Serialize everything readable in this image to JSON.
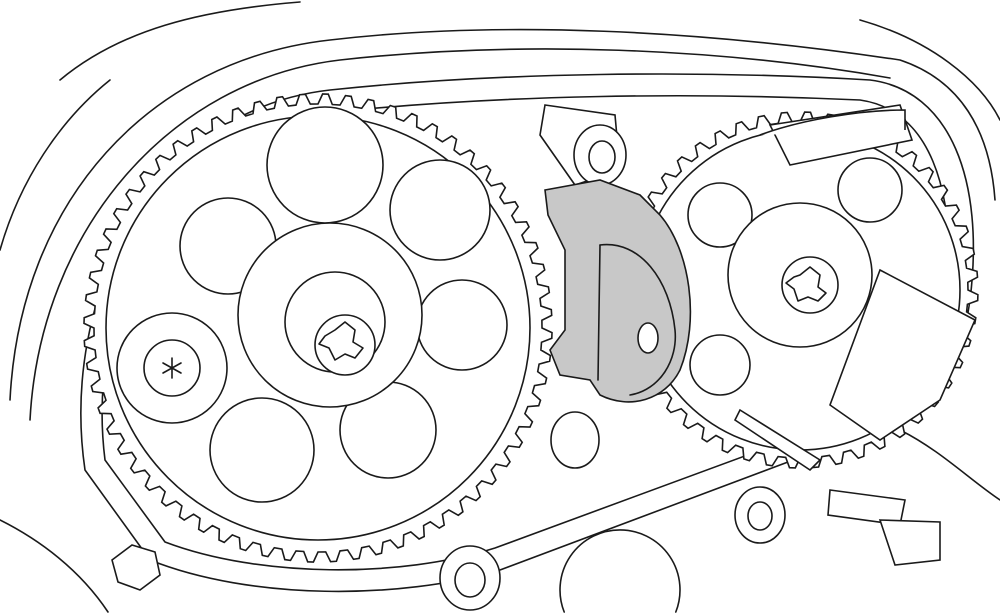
{
  "diagram": {
    "subject": "timing-belt-drive",
    "colors": {
      "line": "#1a1a1a",
      "background": "#ffffff",
      "highlight": "#c8c8c8"
    },
    "icons": [
      "crankshaft-sprocket",
      "camshaft-sprocket",
      "belt-tensioner-tool",
      "idler-roller",
      "torx-bolt"
    ]
  }
}
